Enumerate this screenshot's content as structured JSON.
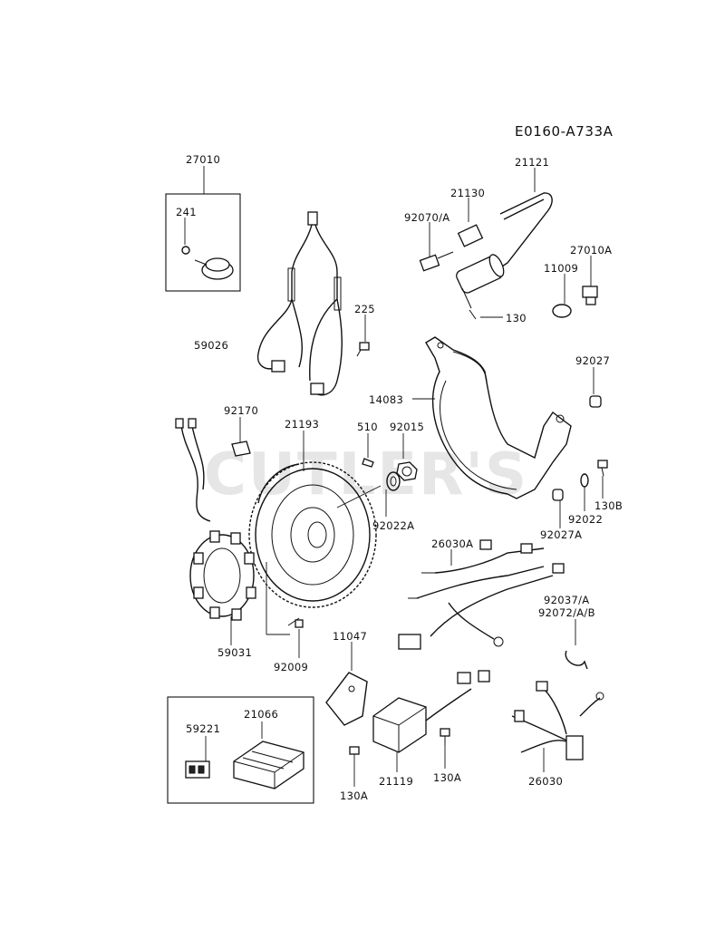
{
  "diagram_code": "E0160-A733A",
  "watermark": "CUTLER'S",
  "part_labels": {
    "p27010": "27010",
    "p241": "241",
    "p21121": "21121",
    "p21130": "21130",
    "p92070A": "92070/A",
    "p27010A": "27010A",
    "p11009": "11009",
    "p130_top": "130",
    "p225": "225",
    "p59026": "59026",
    "p92027": "92027",
    "p14083": "14083",
    "p92170": "92170",
    "p21193": "21193",
    "p510": "510",
    "p92015": "92015",
    "p130B": "130B",
    "p92022": "92022",
    "p92027A": "92027A",
    "p92022A": "92022A",
    "p26030A": "26030A",
    "p92037A": "92037/A",
    "p92072AB": "92072/A/B",
    "p59031": "59031",
    "p92009": "92009",
    "p11047": "11047",
    "p59221": "59221",
    "p21066": "21066",
    "p130A_left": "130A",
    "p21119": "21119",
    "p130A_right": "130A",
    "p26030": "26030"
  }
}
